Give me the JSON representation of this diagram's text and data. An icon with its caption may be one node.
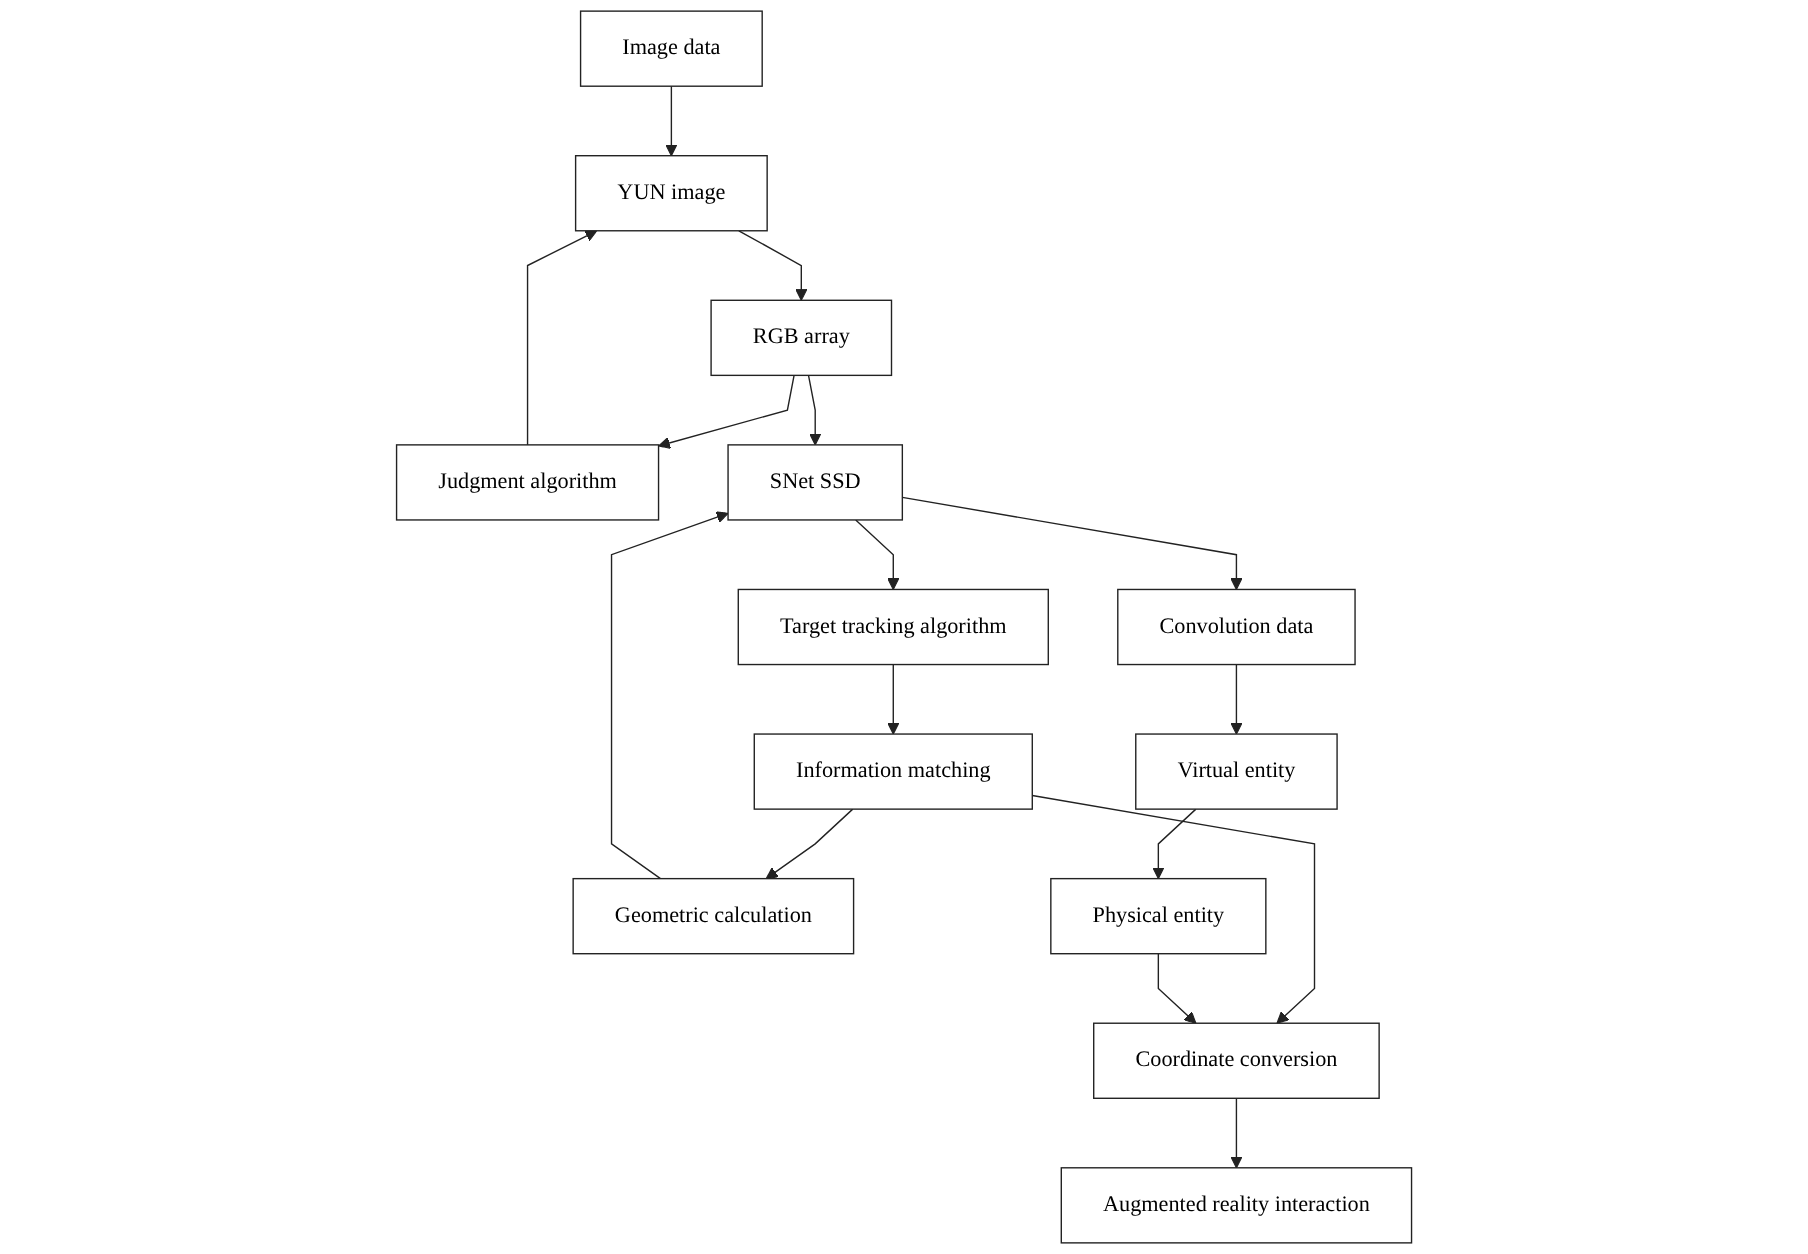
{
  "diagram": {
    "nodes": [
      {
        "text": [
          "Image data"
        ]
      },
      {
        "text": [
          "YUN image"
        ]
      },
      {
        "text": [
          "RGB array"
        ]
      },
      {
        "text": [
          "Judgment algorithm"
        ]
      },
      {
        "text": [
          "SNet SSD"
        ]
      },
      {
        "text": [
          "Convolution data"
        ]
      },
      {
        "text": [
          "Target tracking algorithm"
        ]
      },
      {
        "text": [
          "Virtual entity"
        ]
      },
      {
        "text": [
          "Information matching"
        ]
      },
      {
        "text": [
          "Geometric calculation"
        ]
      },
      {
        "text": [
          "Physical entity"
        ]
      },
      {
        "text": [
          "Coordinate conversion"
        ]
      },
      {
        "text": [
          "Augmented reality interaction"
        ]
      }
    ],
    "edges": [
      {
        "from": 0,
        "to": 1,
        "arrow": "to"
      },
      {
        "from": 1,
        "to": 2,
        "arrow": "to"
      },
      {
        "from": 2,
        "to": 3,
        "arrow": "to"
      },
      {
        "from": 3,
        "to": 1,
        "arrow": "to"
      },
      {
        "from": 2,
        "to": 4,
        "arrow": "to"
      },
      {
        "from": 4,
        "to": 5,
        "arrow": "to"
      },
      {
        "from": 4,
        "to": 6,
        "arrow": "to"
      },
      {
        "from": 5,
        "to": 7,
        "arrow": "to"
      },
      {
        "from": 6,
        "to": 8,
        "arrow": "to"
      },
      {
        "from": 7,
        "to": 10,
        "arrow": "to"
      },
      {
        "from": 8,
        "to": 9,
        "arrow": "to"
      },
      {
        "from": 9,
        "to": 4,
        "arrow": "to"
      },
      {
        "from": 8,
        "to": 11,
        "arrow": "to"
      },
      {
        "from": 10,
        "to": 11,
        "arrow": "to"
      },
      {
        "from": 11,
        "to": 12,
        "arrow": "to"
      }
    ]
  }
}
